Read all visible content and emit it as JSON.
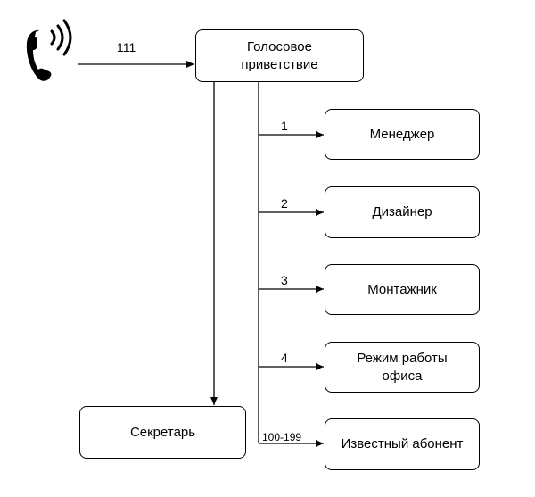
{
  "caller": {
    "icon": "phone-ringing-icon",
    "number": "111"
  },
  "greeting": {
    "line1": "Голосовое",
    "line2": "приветствие"
  },
  "secretary": "Секретарь",
  "options": [
    {
      "key": "1",
      "line1": "Менеджер",
      "line2": ""
    },
    {
      "key": "2",
      "line1": "Дизайнер",
      "line2": ""
    },
    {
      "key": "3",
      "line1": "Монтажник",
      "line2": ""
    },
    {
      "key": "4",
      "line1": "Режим работы",
      "line2": "офиса"
    },
    {
      "key": "100-199",
      "line1": "Известный абонент",
      "line2": ""
    }
  ]
}
